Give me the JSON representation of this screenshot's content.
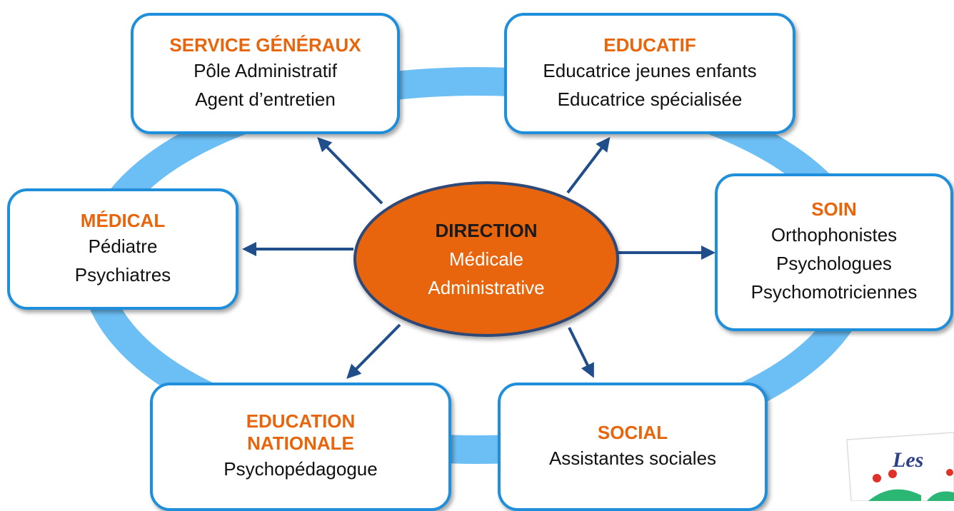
{
  "colors": {
    "ring": "#6cbff5",
    "box_border": "#1f8fdc",
    "title_orange": "#e8650c",
    "center_fill": "#e8650c",
    "center_border": "#2f4a78",
    "arrow": "#1f4e8a"
  },
  "center": {
    "title": "DIRECTION",
    "lines": [
      "Médicale",
      "Administrative"
    ]
  },
  "boxes": {
    "services": {
      "title": "SERVICE GÉNÉRAUX",
      "lines": [
        "Pôle Administratif",
        "Agent d’entretien"
      ]
    },
    "educatif": {
      "title": "EDUCATIF",
      "lines": [
        "Educatrice jeunes enfants",
        "Educatrice spécialisée"
      ]
    },
    "medical": {
      "title": "MÉDICAL",
      "lines": [
        "Pédiatre",
        "Psychiatres"
      ]
    },
    "soin": {
      "title": "SOIN",
      "lines": [
        "Orthophonistes",
        "Psychologues",
        "Psychomotriciennes"
      ]
    },
    "education": {
      "title_lines": [
        "EDUCATION",
        "NATIONALE"
      ],
      "lines": [
        "Psychopédagogue"
      ]
    },
    "social": {
      "title": "SOCIAL",
      "lines": [
        "Assistantes sociales"
      ]
    }
  },
  "logo": {
    "text": "Les"
  }
}
